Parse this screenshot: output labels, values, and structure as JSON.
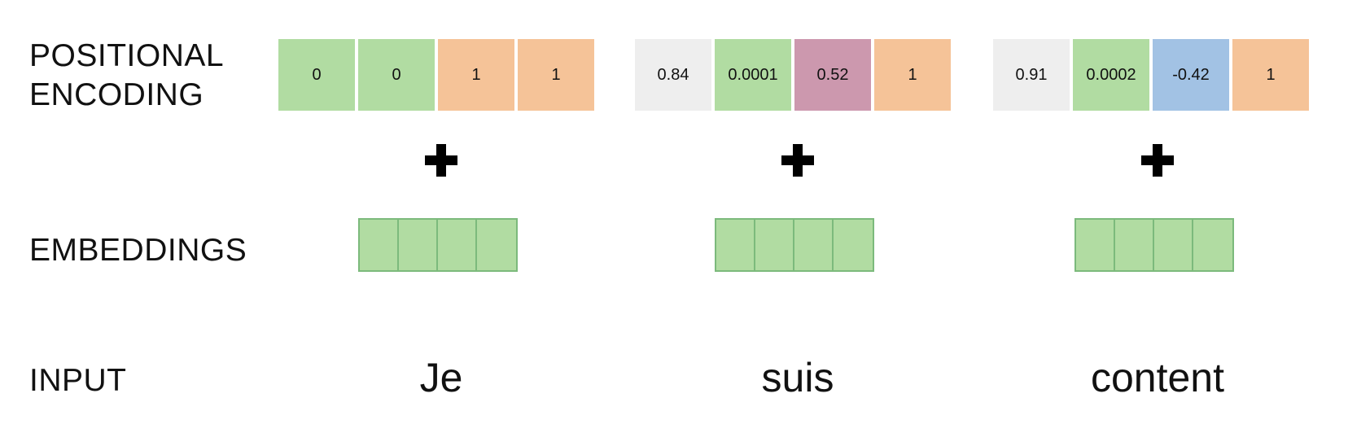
{
  "labels": {
    "positional_encoding": "POSITIONAL\nENCODING",
    "embeddings": "EMBEDDINGS",
    "input": "INPUT"
  },
  "colors": {
    "green": "#b1dca2",
    "orange": "#f5c398",
    "grey": "#eeeeee",
    "purple": "#cc98ae",
    "blue": "#a2c2e4"
  },
  "tokens": [
    {
      "word": "Je",
      "encoding": [
        {
          "value": "0",
          "color": "#b1dca2"
        },
        {
          "value": "0",
          "color": "#b1dca2"
        },
        {
          "value": "1",
          "color": "#f5c398"
        },
        {
          "value": "1",
          "color": "#f5c398"
        }
      ]
    },
    {
      "word": "suis",
      "encoding": [
        {
          "value": "0.84",
          "color": "#eeeeee"
        },
        {
          "value": "0.0001",
          "color": "#b1dca2"
        },
        {
          "value": "0.52",
          "color": "#cc98ae"
        },
        {
          "value": "1",
          "color": "#f5c398"
        }
      ]
    },
    {
      "word": "content",
      "encoding": [
        {
          "value": "0.91",
          "color": "#eeeeee"
        },
        {
          "value": "0.0002",
          "color": "#b1dca2"
        },
        {
          "value": "-0.42",
          "color": "#a2c2e4"
        },
        {
          "value": "1",
          "color": "#f5c398"
        }
      ]
    }
  ]
}
